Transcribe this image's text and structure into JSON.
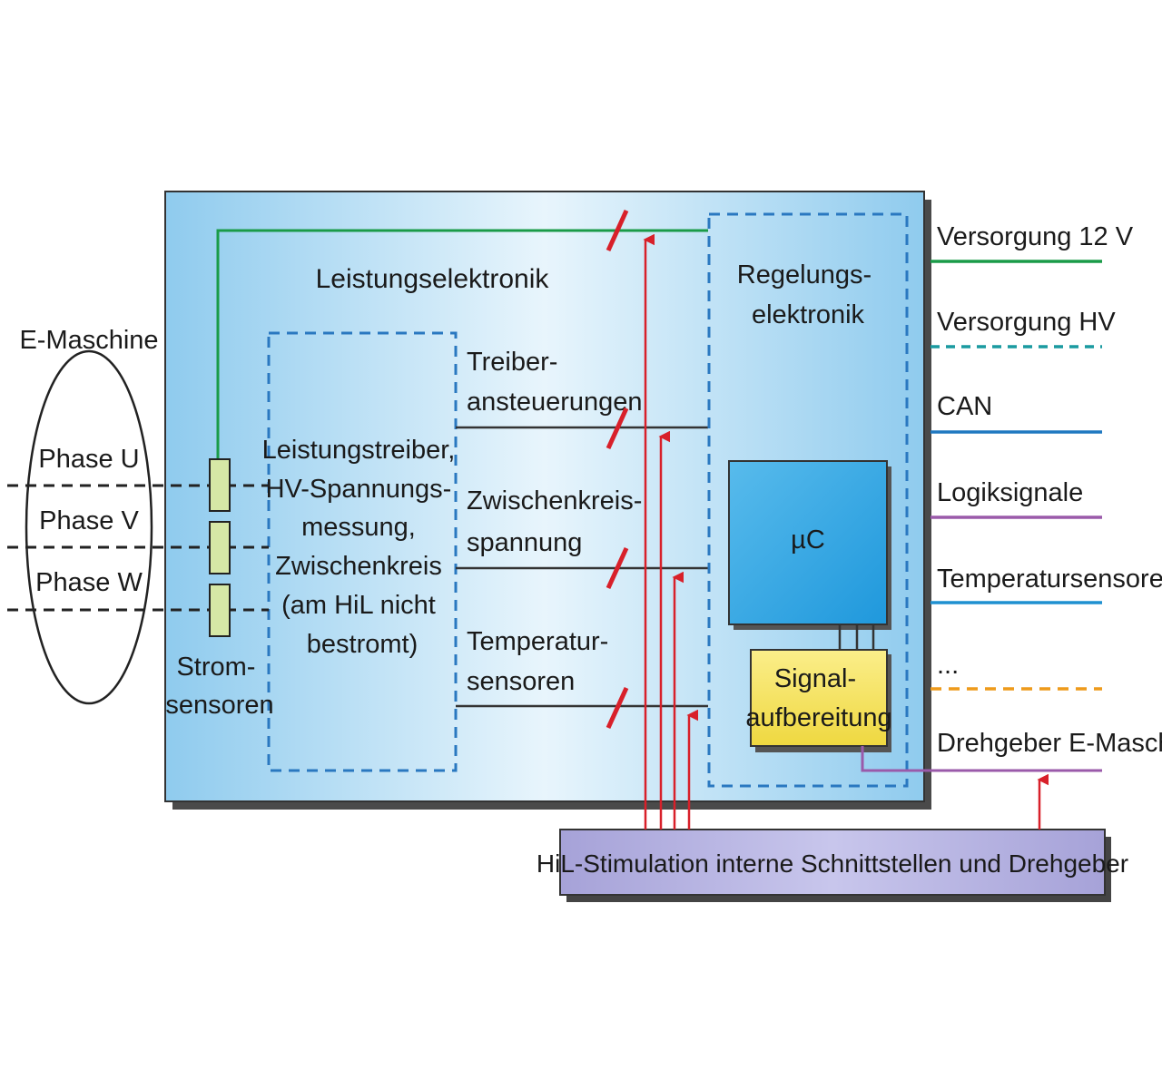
{
  "machine": {
    "title": "E-Maschine",
    "phases": [
      "Phase U",
      "Phase V",
      "Phase W"
    ]
  },
  "current_sensors": {
    "line1": "Strom-",
    "line2": "sensoren"
  },
  "power_electronics": {
    "title": "Leistungselektronik",
    "driver_block": [
      "Leistungstreiber,",
      "HV-Spannungs-",
      "messung,",
      "Zwischenkreis",
      "(am HiL nicht",
      "bestromt)"
    ]
  },
  "internal_signals": [
    {
      "line1": "Treiber-",
      "line2": "ansteuerungen"
    },
    {
      "line1": "Zwischenkreis-",
      "line2": "spannung"
    },
    {
      "line1": "Temperatur-",
      "line2": "sensoren"
    }
  ],
  "control_electronics": {
    "title_line1": "Regelungs-",
    "title_line2": "elektronik",
    "mcu_label": "µC",
    "signal_cond_line1": "Signal-",
    "signal_cond_line2": "aufbereitung"
  },
  "interfaces": [
    {
      "label": "Versorgung 12 V",
      "color": "#1a9b48",
      "style": "solid"
    },
    {
      "label": "Versorgung HV",
      "color": "#1a9aa0",
      "style": "dashed"
    },
    {
      "label": "CAN",
      "color": "#1f78c0",
      "style": "solid"
    },
    {
      "label": "Logiksignale",
      "color": "#9a5aaa",
      "style": "solid"
    },
    {
      "label": "Temperatursensoren",
      "color": "#1f90d0",
      "style": "solid"
    },
    {
      "label": "...",
      "color": "#ee9a1a",
      "style": "dashed"
    },
    {
      "label": "Drehgeber E-Maschine",
      "color": "#9a5aaa",
      "style": "solid"
    }
  ],
  "hil_bar": {
    "label": "HiL-Stimulation interne Schnittstellen und Drehgeber"
  },
  "colors": {
    "stimulus_red": "#d8202a",
    "supply_green": "#1a9b48",
    "dashed_blue": "#2a78c0",
    "mcu_blue": "#2aa3e0",
    "signal_yellow": "#f3e15a",
    "sensor_green": "#d6e8a6",
    "hil_bar": "#a8a4d8"
  }
}
